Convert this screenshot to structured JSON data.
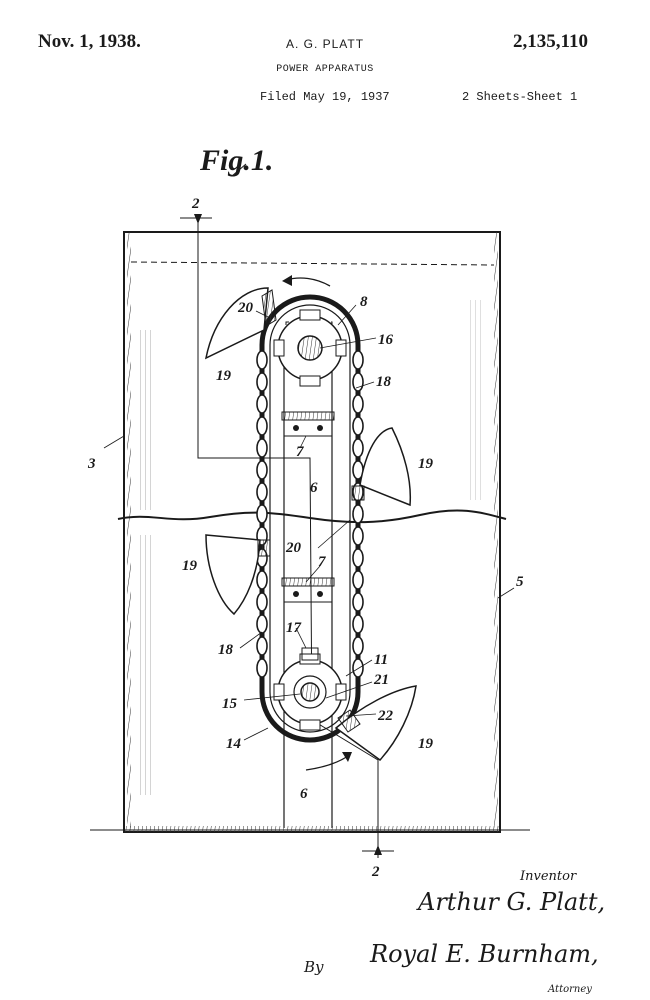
{
  "header": {
    "date": "Nov. 1, 1938.",
    "inventor": "A. G. PLATT",
    "title": "POWER APPARATUS",
    "patent_number": "2,135,110",
    "filed": "Filed May 19, 1937",
    "sheets": "2 Sheets-Sheet 1"
  },
  "figure": {
    "label": "Fig.1.",
    "section_label_top": "2",
    "section_label_bottom": "2",
    "refs": {
      "r8": "8",
      "r16": "16",
      "r20a": "20",
      "r18a": "18",
      "r19a": "19",
      "r7a": "7",
      "r3": "3",
      "r6a": "6",
      "r19b": "19",
      "r20b": "20",
      "r19c": "19",
      "r7b": "7",
      "r5": "5",
      "r18b": "18",
      "r17": "17",
      "r11": "11",
      "r21": "21",
      "r15": "15",
      "r22": "22",
      "r14": "14",
      "r19d": "19",
      "r6b": "6"
    }
  },
  "signatures": {
    "inventor_caption": "Inventor",
    "inventor_name": "Arthur G. Platt,",
    "by": "By",
    "attorney_name": "Royal E. Burnham,",
    "attorney_caption": "Attorney"
  }
}
